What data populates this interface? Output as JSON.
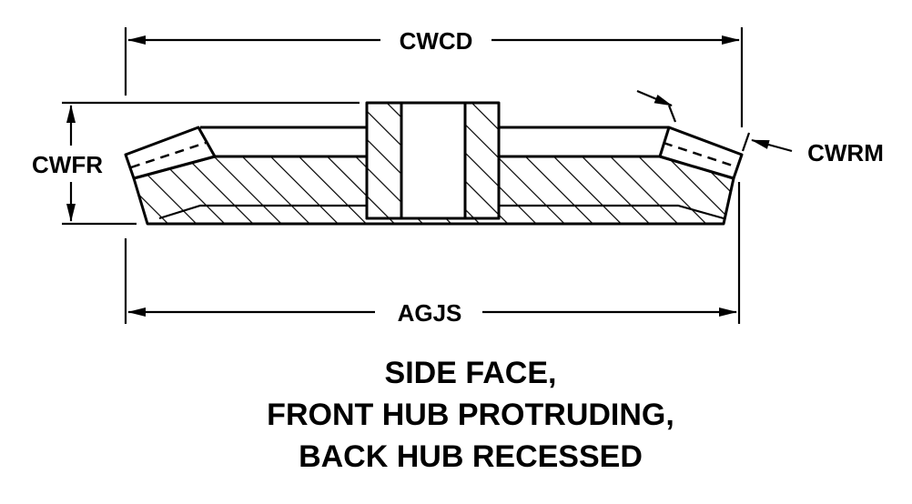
{
  "dimensions": {
    "top": "CWCD",
    "left": "CWFR",
    "right": "CWRM",
    "bottom": "AGJS"
  },
  "caption": {
    "line1": "SIDE FACE,",
    "line2": "FRONT HUB PROTRUDING,",
    "line3": "BACK HUB RECESSED"
  }
}
